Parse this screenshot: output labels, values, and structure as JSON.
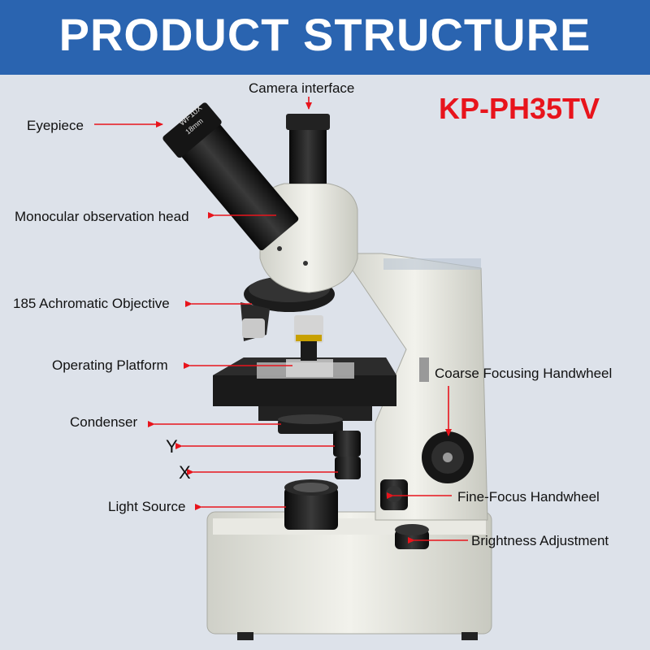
{
  "banner": {
    "title": "PRODUCT STRUCTURE"
  },
  "model": "KP-PH35TV",
  "labels": {
    "camera_interface": "Camera interface",
    "eyepiece": "Eyepiece",
    "eyepiece_marking_1": "WF10X",
    "eyepiece_marking_2": "18mm",
    "monocular_head": "Monocular observation head",
    "objective": "185 Achromatic Objective",
    "platform": "Operating Platform",
    "coarse_focus": "Coarse Focusing Handwheel",
    "condenser": "Condenser",
    "axis_y": "Y",
    "axis_x": "X",
    "fine_focus": "Fine-Focus Handwheel",
    "light_source": "Light Source",
    "brightness": "Brightness Adjustment"
  },
  "colors": {
    "banner": "#2a64b0",
    "model": "#e8141c",
    "arrow": "#e8141c"
  }
}
